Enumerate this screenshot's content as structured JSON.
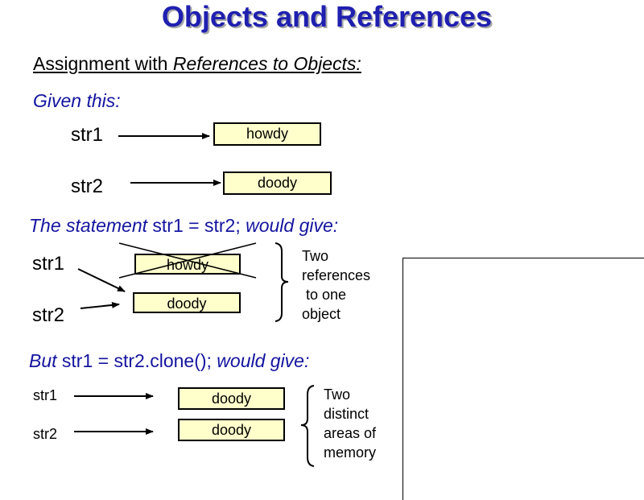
{
  "title": "Objects and References",
  "subtitle": {
    "plain": "Assignment with ",
    "italic": "References to Objects:"
  },
  "given": "Given this:",
  "section1": {
    "var1": "str1",
    "box1": "howdy",
    "var2": "str2",
    "box2": "doody"
  },
  "statement": {
    "pre": "The statement ",
    "code": "str1 = str2;",
    "post": " would give:"
  },
  "section2": {
    "var1": "str1",
    "box1": "howdy",
    "var2": "str2",
    "box2": "doody",
    "note": "Two\nreferences\n to one\nobject"
  },
  "clone": {
    "pre": "But ",
    "code": "str1 = str2.clone();",
    "post": " would give:"
  },
  "section3": {
    "var1": "str1",
    "box1": "doody",
    "var2": "str2",
    "box2": "doody",
    "note": "Two\ndistinct\nareas of\nmemory"
  },
  "colors": {
    "title": "#1f1fb0",
    "accent_text": "#1414a0",
    "box_fill": "#ffffcc"
  }
}
